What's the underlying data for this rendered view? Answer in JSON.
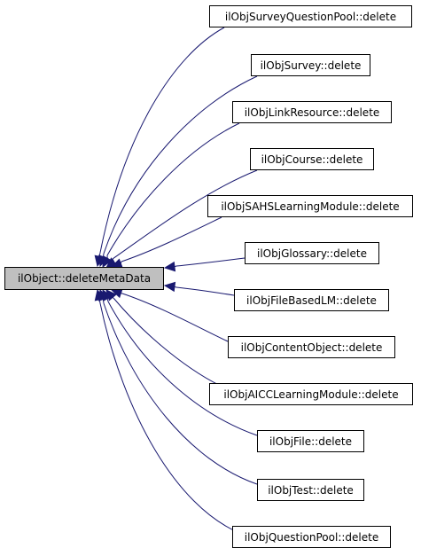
{
  "root": {
    "label": "ilObject::deleteMetaData"
  },
  "callers": [
    {
      "label": "ilObjSurveyQuestionPool::delete"
    },
    {
      "label": "ilObjSurvey::delete"
    },
    {
      "label": "ilObjLinkResource::delete"
    },
    {
      "label": "ilObjCourse::delete"
    },
    {
      "label": "ilObjSAHSLearningModule::delete"
    },
    {
      "label": "ilObjGlossary::delete"
    },
    {
      "label": "ilObjFileBasedLM::delete"
    },
    {
      "label": "ilObjContentObject::delete"
    },
    {
      "label": "ilObjAICCLearningModule::delete"
    },
    {
      "label": "ilObjFile::delete"
    },
    {
      "label": "ilObjTest::delete"
    },
    {
      "label": "ilObjQuestionPool::delete"
    }
  ],
  "colors": {
    "edge": "#191970",
    "root_fill": "#bfbfbf",
    "node_border": "#000000"
  }
}
